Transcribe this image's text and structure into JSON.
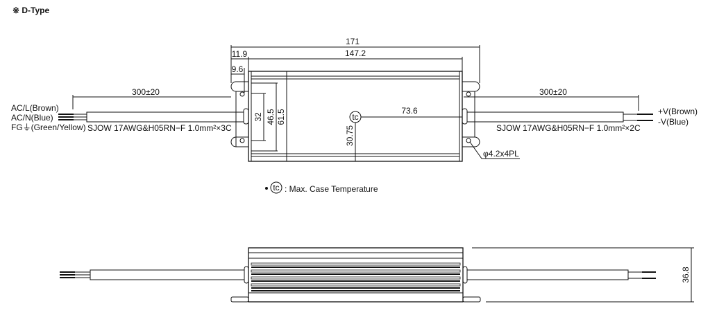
{
  "title": "※ D-Type",
  "top_view": {
    "dim_overall": "171",
    "dim_body": "147.2",
    "dim_flange": "11.9",
    "dim_slot": "9.6",
    "dim_cable_left": "300±20",
    "dim_cable_right": "300±20",
    "dim_32": "32",
    "dim_46_5": "46.5",
    "dim_61_5": "61.5",
    "dim_tc_x": "73.6",
    "dim_tc_y": "30.75",
    "tc_label": "tc",
    "hole_label": "φ4.2x4PL",
    "input_wires": [
      "AC/L(Brown)",
      "AC/N(Blue)",
      "FG⏚(Green/Yellow)"
    ],
    "input_cable": "SJOW 17AWG&H05RN−F  1.0mm²×3C",
    "output_wires": [
      "+V(Brown)",
      "-V(Blue)"
    ],
    "output_cable": "SJOW 17AWG&H05RN−F  1.0mm²×2C"
  },
  "legend": {
    "symbol": "tc",
    "text": ": Max. Case Temperature"
  },
  "side_view": {
    "dim_height": "36.8"
  }
}
